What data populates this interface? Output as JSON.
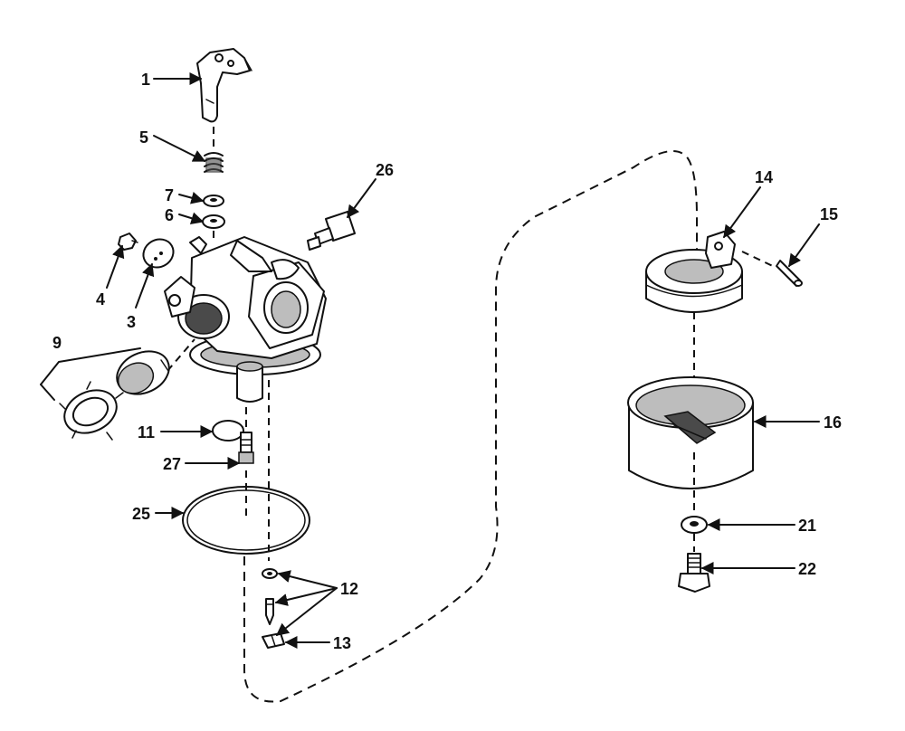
{
  "callouts": [
    {
      "id": "c1",
      "text": "1"
    },
    {
      "id": "c3",
      "text": "3"
    },
    {
      "id": "c4",
      "text": "4"
    },
    {
      "id": "c5",
      "text": "5"
    },
    {
      "id": "c6",
      "text": "6"
    },
    {
      "id": "c7",
      "text": "7"
    },
    {
      "id": "c9",
      "text": "9"
    },
    {
      "id": "c11",
      "text": "11"
    },
    {
      "id": "c12",
      "text": "12"
    },
    {
      "id": "c13",
      "text": "13"
    },
    {
      "id": "c14",
      "text": "14"
    },
    {
      "id": "c15",
      "text": "15"
    },
    {
      "id": "c16",
      "text": "16"
    },
    {
      "id": "c21",
      "text": "21"
    },
    {
      "id": "c22",
      "text": "22"
    },
    {
      "id": "c25",
      "text": "25"
    },
    {
      "id": "c26",
      "text": "26"
    },
    {
      "id": "c27",
      "text": "27"
    }
  ]
}
